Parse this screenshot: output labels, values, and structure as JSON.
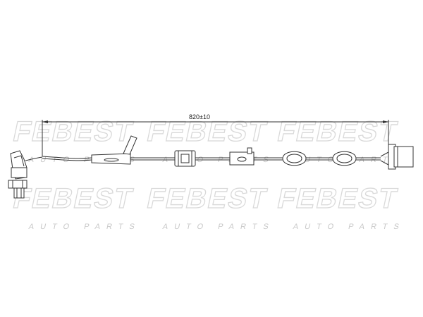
{
  "watermark": {
    "brand": "FEBEST",
    "sub": "AUTO PARTS"
  },
  "dimension": {
    "label": "820±10"
  }
}
